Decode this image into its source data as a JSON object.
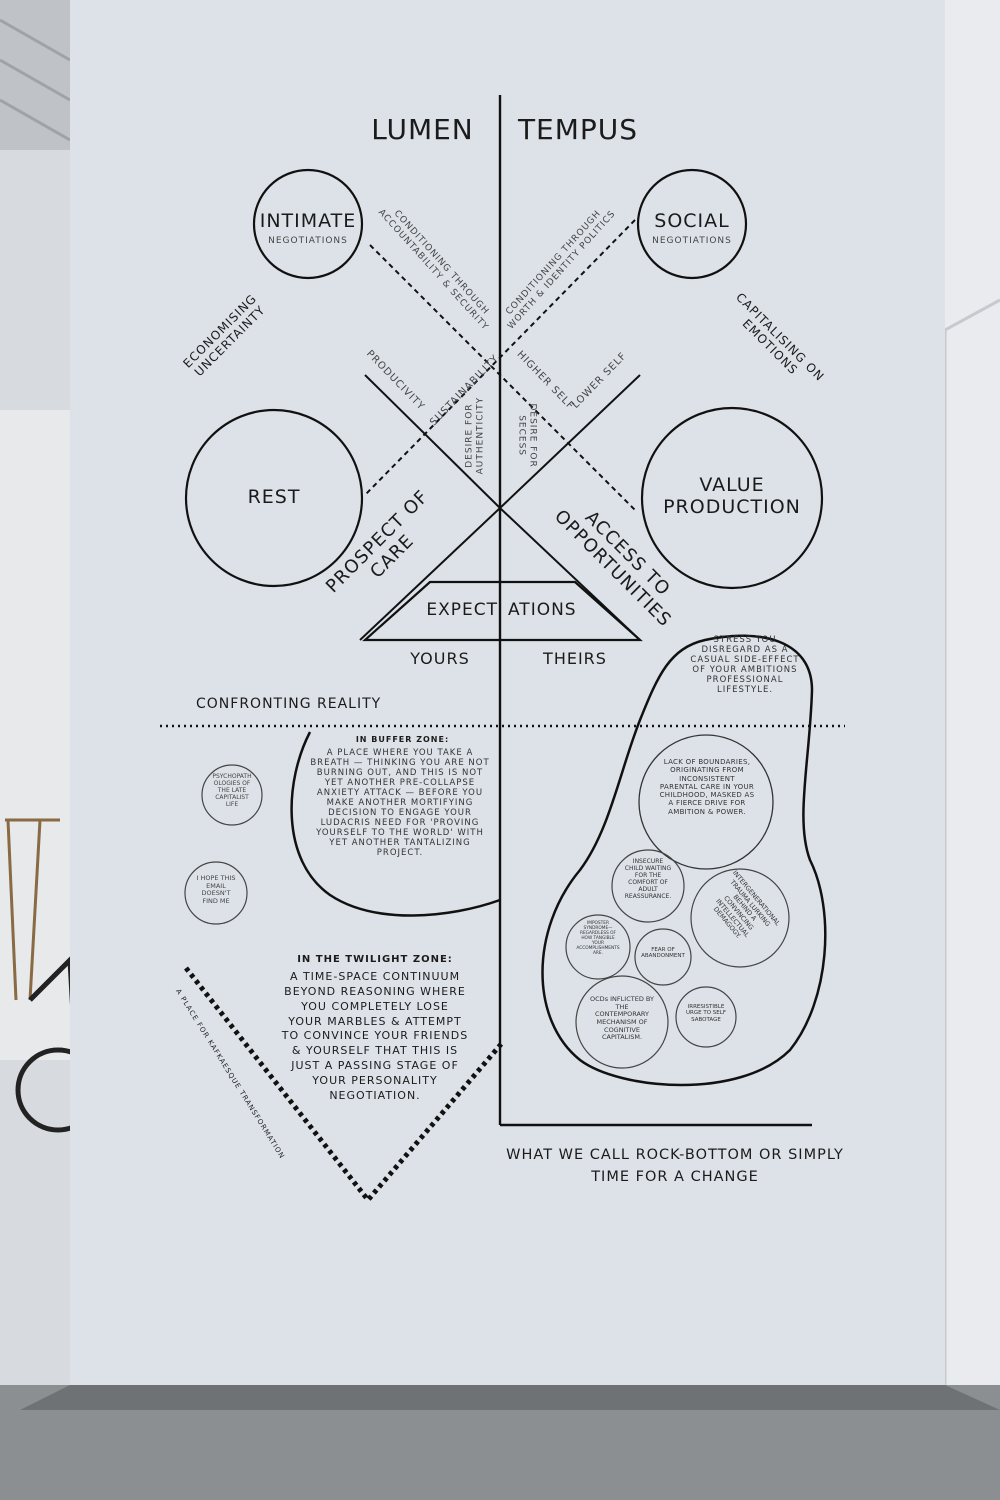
{
  "titles": {
    "left": "LUMEN",
    "right": "TEMPUS"
  },
  "circles": {
    "intimate": {
      "title": "INTIMATE",
      "sub": "NEGOTIATIONS"
    },
    "social": {
      "title": "SOCIAL",
      "sub": "NEGOTIATIONS"
    },
    "rest": "REST",
    "value": "VALUE\nPRODUCTION"
  },
  "diagonals": {
    "cond_left": "CONDITIONING THROUGH\nACCOUNTABILITY & SECURITY",
    "cond_right": "CONDITIONING THROUGH\nWORTH & IDENTITY POLITICS",
    "economising": "ECONOMISING\nUNCERTAINTY",
    "capitalising": "CAPITALISING ON\nEMOTIONS",
    "producivity": "PRODUCIVITY",
    "sustainability": "SUSTAINABILITY",
    "higher_self": "HIGHER SELF",
    "lower_self": "LOWER SELF",
    "desire_auth": "DESIRE FOR\nAUTHENTICITY",
    "desire_secess": "DESIRE FOR\nSECESS",
    "prospect": "PROSPECT OF\nCARE",
    "access": "ACCESS TO\nOPPORTUNITIES"
  },
  "expectations": {
    "left": "EXPECT",
    "right": "ATIONS",
    "yours": "YOURS",
    "theirs": "THEIRS"
  },
  "confronting": "CONFRONTING  REALITY",
  "buffer": {
    "title": "IN BUFFER ZONE:",
    "body": "A PLACE WHERE YOU TAKE A\nBREATH — THINKING YOU ARE NOT\nBURNING OUT, AND THIS IS NOT\nYET ANOTHER PRE-COLLAPSE\nANXIETY ATTACK — BEFORE YOU\nMAKE ANOTHER MORTIFYING\nDECISION TO ENGAGE YOUR\nLUDACRIS NEED FOR 'PROVING\nYOURSELF TO THE WORLD' WITH\nYET ANOTHER TANTALIZING\nPROJECT."
  },
  "small_circles": {
    "psychopath": "PSYCHOPATH\nOLOGIES OF\nTHE LATE\nCAPITALIST\nLIFE",
    "email": "I HOPE THIS\nEMAIL\nDOESN'T\nFIND ME"
  },
  "twilight": {
    "title": "IN THE TWILIGHT ZONE:",
    "body": "A TIME-SPACE CONTINUUM\nBEYOND REASONING WHERE\nYOU COMPLETELY LOSE\nYOUR MARBLES & ATTEMPT\nTO CONVINCE YOUR FRIENDS\n& YOURSELF THAT THIS IS\nJUST A PASSING  STAGE OF\nYOUR PERSONALITY\nNEGOTIATION."
  },
  "kafka": "A PLACE FOR KAFKAESQUE TRANSFORMATION",
  "stress": "STRESS YOU\nDISREGARD AS A\nCASUAL SIDE-EFFECT\nOF YOUR AMBITIONS\nPROFESSIONAL\nLIFESTYLE.",
  "blob_circles": {
    "boundaries": "LACK OF BOUNDARIES,\nORIGINATING FROM\nINCONSISTENT\nPARENTAL CARE IN YOUR\nCHILDHOOD,  MASKED AS\nA FIERCE DRIVE FOR\nAMBITION & POWER.",
    "insecure": "INSECURE\nCHILD WAITING\nFOR THE\nCOMFORT OF\nADULT\nREASSURANCE.",
    "intergen": "INTERGENERATIONAL\nTRAUMA LURKING\nBEHIND A\nCONVINCING\nINTELLECTUAL\nDEMAGOGY.",
    "imposter": "IMPOSTER\nSYNDROME—\nREGARDLESS OF\nHOW TANGIBLE\nYOUR\nACCOMPLISHMENTS\nARE.",
    "abandonment": "FEAR OF\nABANDONMENT",
    "ocd": "OCDs INFLICTED BY\nTHE\nCONTEMPORARY\nMECHANISM OF\nCOGNITIVE\nCAPITALISM.",
    "sabotage": "IRRESISTIBLE\nURGE TO SELF\nSABOTAGE"
  },
  "bottom": "WHAT WE CALL ROCK-BOTTOM OR SIMPLY\nTIME FOR A CHANGE"
}
